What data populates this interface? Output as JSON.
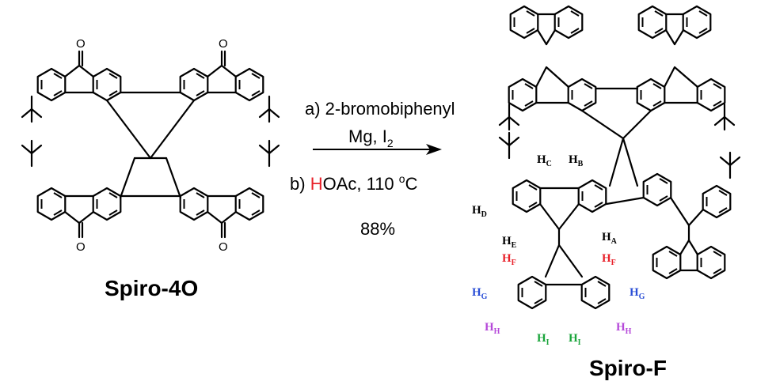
{
  "reaction": {
    "step_a": "a) 2-bromobiphenyl",
    "reagents": "Mg, I",
    "reagents_sub": "2",
    "step_b_prefix": "b) ",
    "step_b_red": "H",
    "step_b_rest": "OAc, 110 ",
    "step_b_sup": "o",
    "step_b_unit": "C",
    "yield": "88%"
  },
  "reactant": {
    "name": "Spiro-4O",
    "atom_o": "O"
  },
  "product": {
    "name": "Spiro-F"
  },
  "protons": {
    "H": "H",
    "A": "A",
    "B": "B",
    "C": "C",
    "D": "D",
    "E": "E",
    "F": "F",
    "G": "G",
    "Hh": "H",
    "I": "I"
  },
  "colors": {
    "black": "#000000",
    "red": "#e8212a",
    "blue": "#2b4fd6",
    "purple": "#b548d9",
    "green": "#19a43a"
  }
}
